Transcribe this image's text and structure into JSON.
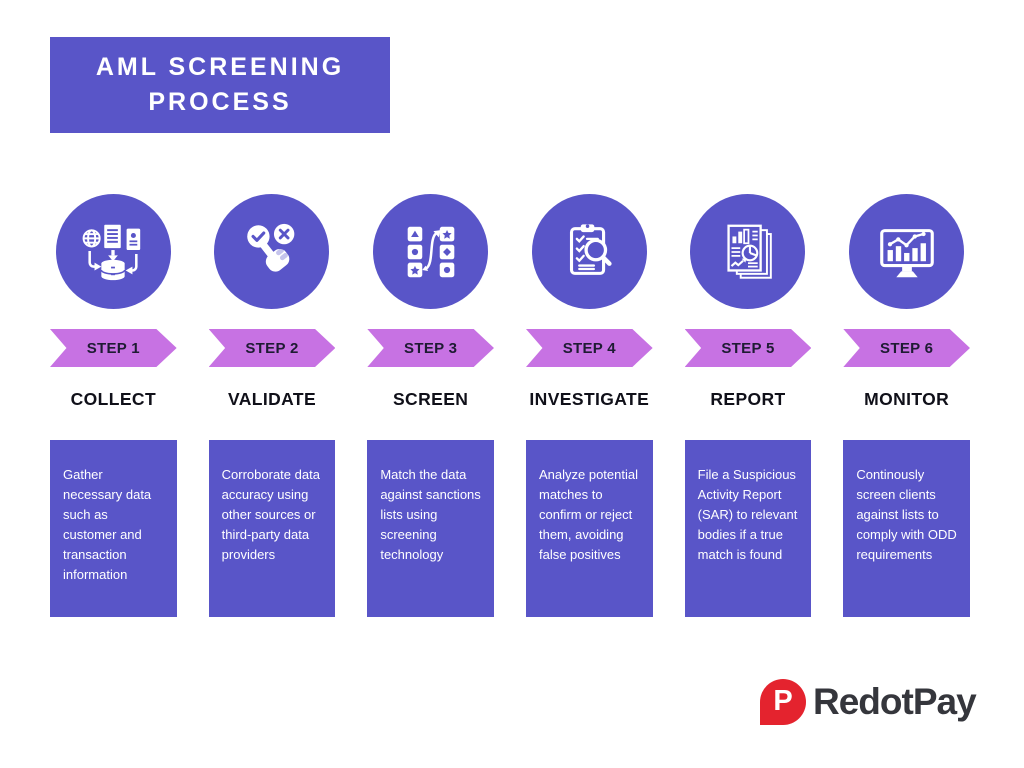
{
  "title": {
    "line1": "AML SCREENING",
    "line2": "PROCESS"
  },
  "steps": [
    {
      "step_label": "STEP 1",
      "name": "COLLECT",
      "icon": "data-collection-icon",
      "description": "Gather necessary data such as customer and transaction information"
    },
    {
      "step_label": "STEP 2",
      "name": "VALIDATE",
      "icon": "validation-hand-check-icon",
      "description": "Corroborate data accuracy using other sources or third-party data providers"
    },
    {
      "step_label": "STEP 3",
      "name": "SCREEN",
      "icon": "list-matching-icon",
      "description": "Match the data against sanctions lists using screening technology"
    },
    {
      "step_label": "STEP 4",
      "name": "INVESTIGATE",
      "icon": "clipboard-magnifier-icon",
      "description": "Analyze potential matches to confirm or reject them, avoiding false positives"
    },
    {
      "step_label": "STEP 5",
      "name": "REPORT",
      "icon": "report-document-icon",
      "description": "File a Suspicious Activity Report (SAR) to relevant bodies if a true match is found"
    },
    {
      "step_label": "STEP 6",
      "name": "MONITOR",
      "icon": "monitor-chart-icon",
      "description": "Continously screen clients against lists to comply with ODD requirements"
    }
  ],
  "logo": {
    "text": "RedotPay",
    "mark_letter": "P"
  },
  "colors": {
    "purple": "#5955C8",
    "arrow-purple": "#C772E3",
    "step-text-dark": "#1E1B33",
    "name-text": "#101019",
    "logo-red": "#E4232E",
    "logo-text": "#35363C",
    "background": "#FFFFFF"
  }
}
